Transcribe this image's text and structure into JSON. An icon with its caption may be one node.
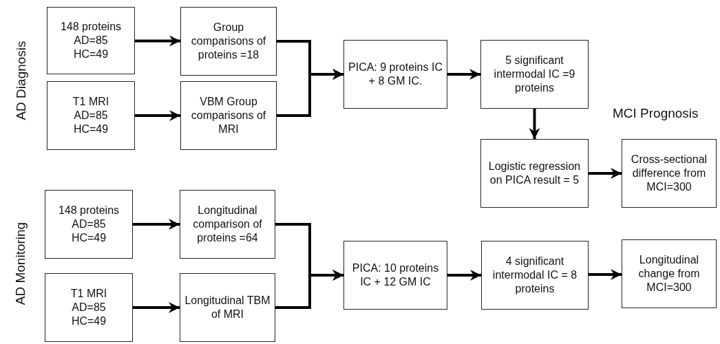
{
  "diagram": {
    "nodes": [
      {
        "text": [
          "148 proteins",
          "AD=85",
          "HC=49"
        ]
      },
      {
        "text": [
          "Group comparisons of proteins =18"
        ]
      },
      {
        "text": [
          "T1 MRI",
          "AD=85",
          "HC=49"
        ]
      },
      {
        "text": [
          "VBM Group comparisons of MRI"
        ]
      },
      {
        "text": [
          "PICA: 9 proteins IC + 8 GM IC."
        ]
      },
      {
        "text": [
          "5 significant intermodal IC =9 proteins"
        ]
      },
      {
        "text": [
          "Logistic regression on PICA result = 5"
        ]
      },
      {
        "text": [
          "Cross-sectional difference from MCI=300"
        ]
      },
      {
        "text": [
          "148 proteins",
          "AD=85",
          "HC=49"
        ]
      },
      {
        "text": [
          "Longitudinal comparison of proteins =64"
        ]
      },
      {
        "text": [
          "T1 MRI",
          "AD=85",
          "HC=49"
        ]
      },
      {
        "text": [
          "Longitudinal TBM of MRI"
        ]
      },
      {
        "text": [
          "PICA: 10 proteins IC + 12 GM IC"
        ]
      },
      {
        "text": [
          "4 significant intermodal IC = 8 proteins"
        ]
      },
      {
        "text": [
          "Longitudinal change from MCI=300"
        ]
      }
    ],
    "edges": [
      {
        "from": 0,
        "to": 1,
        "arrow": "to"
      },
      {
        "from": 2,
        "to": 3,
        "arrow": "to"
      },
      {
        "from": 1,
        "to": 4,
        "arrow": "to"
      },
      {
        "from": 3,
        "to": 4,
        "arrow": "to"
      },
      {
        "from": 4,
        "to": 5,
        "arrow": "to"
      },
      {
        "from": 5,
        "to": 6,
        "arrow": "to"
      },
      {
        "from": 6,
        "to": 7,
        "arrow": "to"
      },
      {
        "from": 8,
        "to": 9,
        "arrow": "to"
      },
      {
        "from": 10,
        "to": 11,
        "arrow": "to"
      },
      {
        "from": 9,
        "to": 12,
        "arrow": "to"
      },
      {
        "from": 11,
        "to": 12,
        "arrow": "to"
      },
      {
        "from": 12,
        "to": 13,
        "arrow": "to"
      },
      {
        "from": 13,
        "to": 14,
        "arrow": "to"
      }
    ],
    "labels": [
      "AD Diagnosis",
      "MCI Prognosis",
      "AD Monitoring"
    ]
  }
}
